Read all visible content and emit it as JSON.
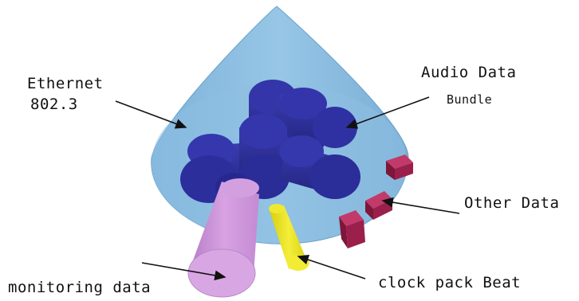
{
  "labels": {
    "ethernet_line1": "Ethernet",
    "ethernet_line2": "802.3",
    "audio_line1": "Audio Data",
    "audio_line2": "Bundle",
    "other": "Other Data",
    "monitoring": "monitoring data",
    "clock": "clock pack Beat"
  },
  "colors": {
    "cone": "#8fc0e2",
    "cone_edge": "#6fa6cf",
    "audio": "#2e2f9a",
    "monitoring": "#c98fd6",
    "clock": "#e8e015",
    "other": "#9a1e4c",
    "arrow": "#111111"
  }
}
